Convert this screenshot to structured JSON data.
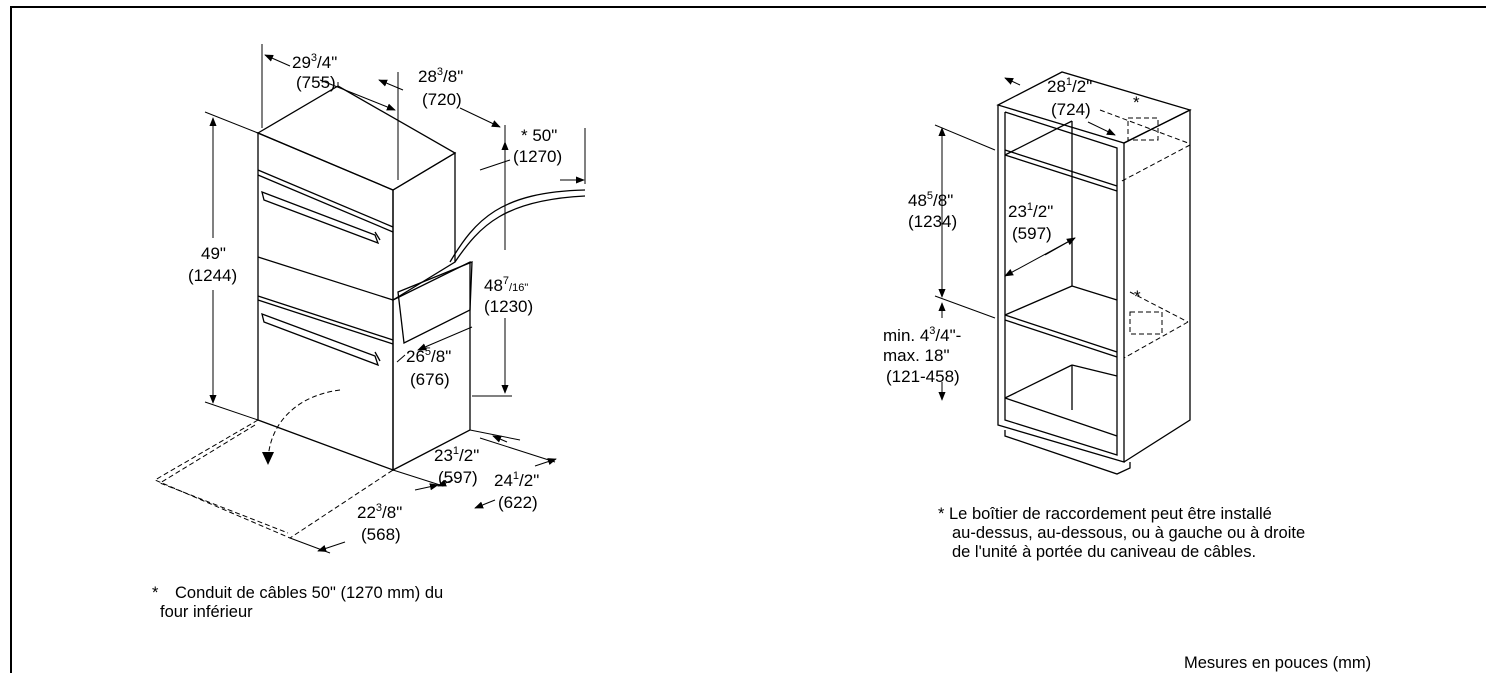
{
  "left_diagram": {
    "dims": {
      "width_a": {
        "whole": "29",
        "num": "3",
        "den": "/4\"",
        "mm": "(755)"
      },
      "width_b": {
        "whole": "28",
        "num": "3",
        "den": "/8\"",
        "mm": "(720)"
      },
      "conduit": {
        "label": "* 50\"",
        "mm": "(1270)"
      },
      "height": {
        "label": "49\"",
        "mm": "(1244)"
      },
      "height_b": {
        "whole": "48",
        "num": "7",
        "den": "/16\"",
        "mm": "(1230)"
      },
      "depth_a": {
        "whole": "26",
        "num": "5",
        "den": "/8\"",
        "mm": "(676)"
      },
      "depth_b": {
        "whole": "23",
        "num": "1",
        "den": "/2\"",
        "mm": "(597)"
      },
      "depth_c": {
        "whole": "24",
        "num": "1",
        "den": "/2\"",
        "mm": "(622)"
      },
      "door": {
        "whole": "22",
        "num": "3",
        "den": "/8\"",
        "mm": "(568)"
      }
    },
    "note_star": "*",
    "note_line1": "Conduit de câbles 50\" (1270 mm) du",
    "note_line2": "four inférieur"
  },
  "right_diagram": {
    "dims": {
      "width": {
        "whole": "28",
        "num": "1",
        "den": "/2\"",
        "mm": "(724)"
      },
      "height": {
        "whole": "48",
        "num": "5",
        "den": "/8\"",
        "mm": "(1234)"
      },
      "depth": {
        "whole": "23",
        "num": "1",
        "den": "/2\"",
        "mm": "(597)"
      },
      "floor_min_prefix": "min. 4",
      "floor_min_num": "3",
      "floor_min_den": "/4\"-",
      "floor_max": "max. 18\"",
      "floor_mm": "(121-458)"
    },
    "star_top": "*",
    "star_mid": "*",
    "note_line1": "* Le boîtier de raccordement peut être installé",
    "note_line2": "au-dessus, au-dessous, ou à gauche ou à droite",
    "note_line3": "de l'unité à portée du caniveau de câbles."
  },
  "units_caption": "Mesures en pouces (mm)"
}
